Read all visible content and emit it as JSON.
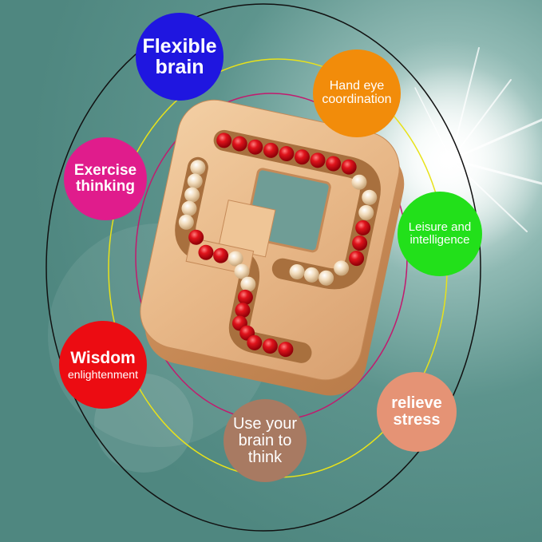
{
  "benefits": {
    "flexible_brain": {
      "line1": "Flexible",
      "line2": "brain",
      "color": "#1f16e0"
    },
    "hand_eye": {
      "line1": "Hand eye",
      "line2": "coordination",
      "color": "#f28c0a"
    },
    "exercise": {
      "line1": "Exercise",
      "line2": "thinking",
      "color": "#e01c8c"
    },
    "leisure": {
      "line1": "Leisure and",
      "line2": "intelligence",
      "color": "#22e01a"
    },
    "wisdom": {
      "line1": "Wisdom",
      "line2": "enlightenment",
      "color": "#ec0c12"
    },
    "relieve": {
      "line1": "relieve",
      "line2": "stress",
      "color": "#e59375"
    },
    "use_brain": {
      "line1": "Use your",
      "line2": "brain to",
      "line3": "think",
      "color": "#a87a62"
    }
  },
  "orbit_colors": [
    "#111111",
    "#e8e21a",
    "#c21a6e",
    "#2a2ad8"
  ],
  "beads": {
    "red": "#d4101a",
    "natural": "#f2dcbc"
  },
  "puzzle_wood": "#e8b888"
}
